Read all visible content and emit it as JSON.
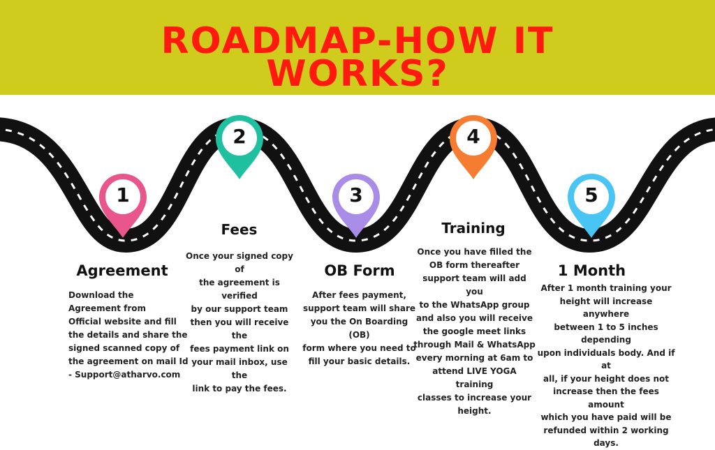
{
  "title": {
    "line1": "ROADMAP-HOW IT",
    "line2": "WORKS?"
  },
  "colors": {
    "banner": "#cfcc1e",
    "title": "#ff1a0f",
    "road": "#111111",
    "pin1": "#e8568c",
    "pin2": "#1fc0a0",
    "pin3": "#a98be8",
    "pin4": "#f57c30",
    "pin5": "#48c4f5"
  },
  "steps": [
    {
      "number": "1",
      "heading": "Agreement",
      "lines": [
        "Download the",
        "Agreement from",
        "Official website and fill",
        "the details and share the",
        "signed scanned copy of",
        "the agreement on mail Id",
        "- Support@atharvo.com"
      ]
    },
    {
      "number": "2",
      "heading": "Fees",
      "lines": [
        "Once your signed copy of",
        "the agreement is verified",
        "by our  support team",
        "then you will receive the",
        "fees payment link on",
        "your mail inbox, use the",
        "link to pay the fees."
      ]
    },
    {
      "number": "3",
      "heading": "OB Form",
      "lines": [
        "After fees payment,",
        "support team will share",
        "you the On Boarding (OB)",
        "form where you need to",
        "fill your basic details."
      ]
    },
    {
      "number": "4",
      "heading": "Training",
      "lines": [
        "Once you have filled the",
        "OB form thereafter",
        "support team will add you",
        "to the WhatsApp group",
        "and also you will receive",
        "the google meet links",
        "through Mail & WhatsApp",
        "every morning at 6am to",
        "attend LIVE YOGA training",
        "classes to increase your",
        "height."
      ]
    },
    {
      "number": "5",
      "heading": "1 Month",
      "lines": [
        "After 1 month training your",
        "height will increase anywhere",
        "between 1 to 5 inches depending",
        "upon individuals body. And if at",
        "all, if your height does not",
        "increase then the fees amount",
        "which you have paid will be",
        "refunded within 2 working",
        "days."
      ]
    }
  ]
}
